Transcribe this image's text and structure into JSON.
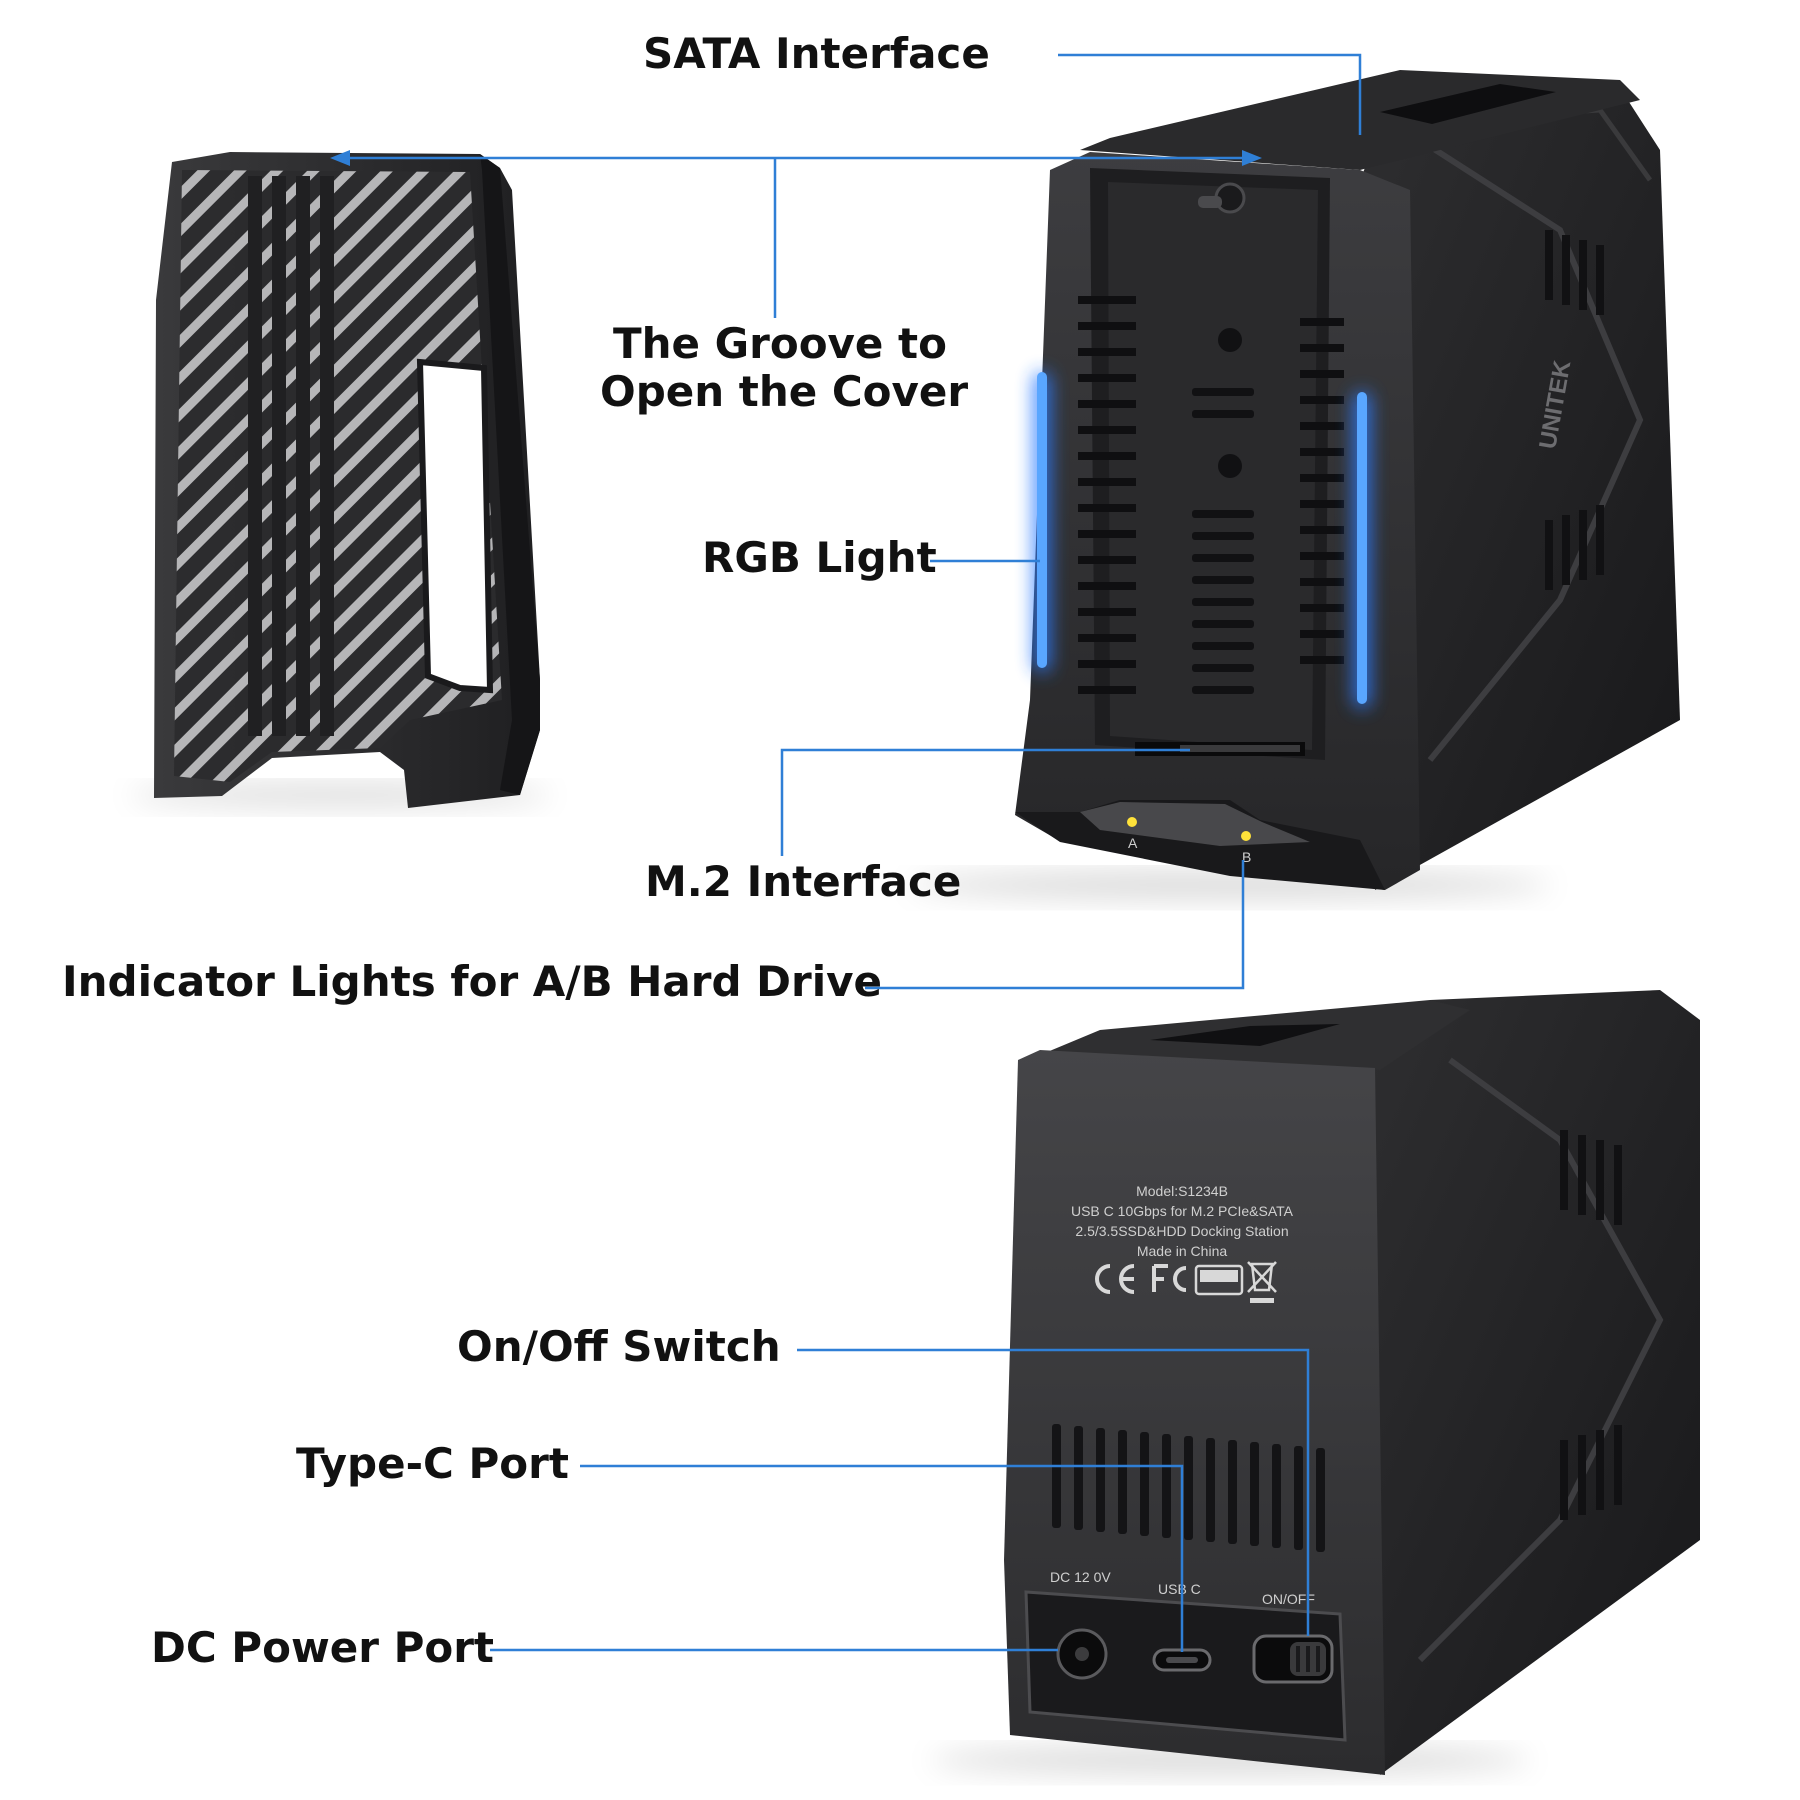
{
  "callouts": {
    "sata": "SATA Interface",
    "groove_line1": "The Groove to",
    "groove_line2": "Open the Cover",
    "rgb": "RGB Light",
    "m2": "M.2 Interface",
    "indicator": "Indicator Lights for A/B Hard Drive",
    "onoff": "On/Off Switch",
    "typec": "Type-C Port",
    "dc": "DC Power Port"
  },
  "device": {
    "brand": "UNITEK",
    "slot_a": "A",
    "slot_b": "B",
    "label_model": "Model:S1234B",
    "label_desc1": "USB C 10Gbps for M.2 PCIe&SATA",
    "label_desc2": "2.5/3.5SSD&HDD Docking Station",
    "label_origin": "Made in China",
    "port_dc": "DC 12 0V",
    "port_usb": "USB C",
    "port_switch": "ON/OFF"
  },
  "colors": {
    "leader_line": "#2f7fd6",
    "rgb_glow": "#2f7dff",
    "indicator_led": "#ffe23a",
    "body_dark": "#2b2b2d"
  },
  "icons": [
    "ce-mark-icon",
    "fcc-mark-icon",
    "rohs-mark-icon",
    "weee-bin-icon"
  ]
}
